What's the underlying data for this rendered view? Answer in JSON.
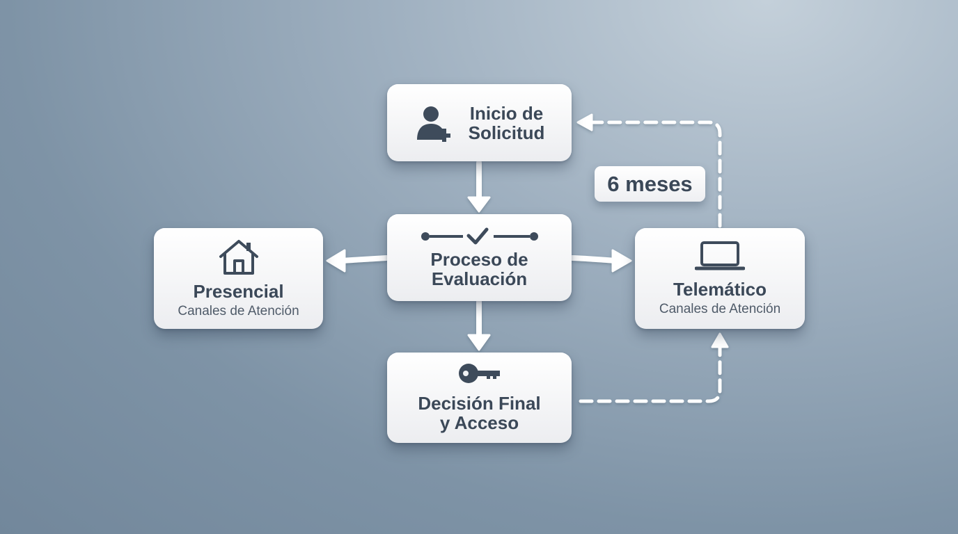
{
  "nodes": {
    "inicio": {
      "title_line1": "Inicio de",
      "title_line2": "Solicitud",
      "icon": "user-add-icon"
    },
    "proceso": {
      "title_line1": "Proceso de",
      "title_line2": "Evaluación",
      "icon": "checkpoint-line-icon"
    },
    "decision": {
      "title_line1": "Decisión Final",
      "title_line2": "y Acceso",
      "icon": "key-icon"
    },
    "presencial": {
      "title": "Presencial",
      "subtitle": "Canales de Atención",
      "icon": "house-icon"
    },
    "telematico": {
      "title": "Telemático",
      "subtitle": "Canales de Atención",
      "icon": "laptop-icon"
    }
  },
  "loop_label": "6 meses",
  "colors": {
    "node_text": "#3b4858",
    "arrow": "#ffffff",
    "icon": "#3e4b5b"
  }
}
